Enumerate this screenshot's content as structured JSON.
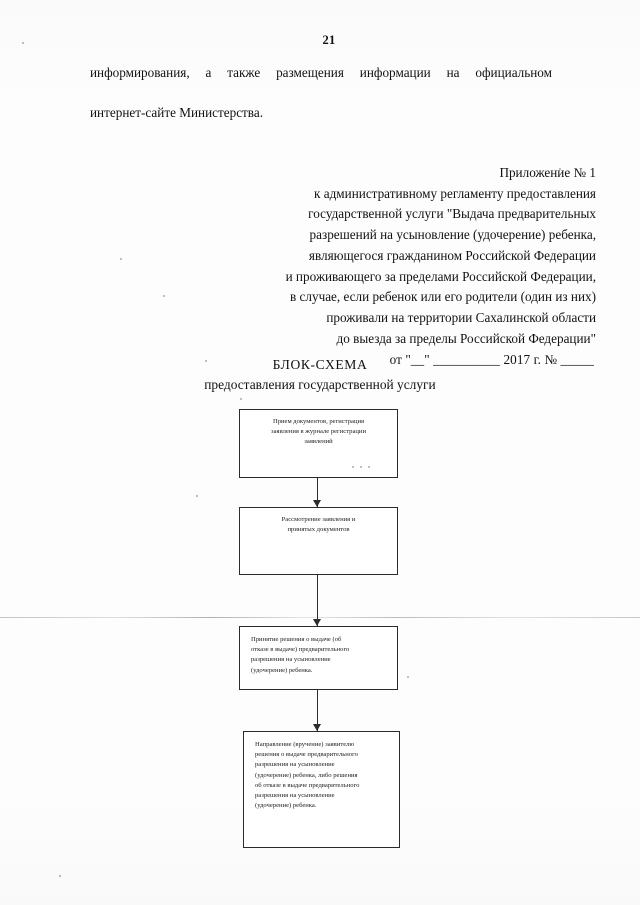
{
  "document": {
    "page_number": "21",
    "intro_paragraph": {
      "line1": "информирования, а также размещения информации на официальном",
      "line2": "интернет-сайте Министерства."
    },
    "appendix": {
      "lines": [
        "Приложение № 1",
        "к административному регламенту предоставления",
        "государственной услуги \"Выдача предварительных",
        "разрешений на усыновление (удочерение) ребенка,",
        "являющегося гражданином Российской Федерации",
        "и проживающего за пределами Российской Федерации,",
        "в случае, если ребенок или его родители (один из них)",
        "проживали на территории Сахалинской области",
        "до выезда за пределы Российской Федерации\""
      ],
      "date_line": "от \"__\" __________ 2017 г. № _____"
    },
    "scheme_title": {
      "heading": "БЛОК-СХЕМА",
      "subheading": "предоставления государственной услуги"
    },
    "flowchart": {
      "type": "flowchart",
      "orientation": "vertical",
      "connector_style": "arrow-down",
      "boxes": [
        {
          "id": "box-1",
          "align": "center",
          "lines": [
            "Прием документов, регистрация",
            "заявления в журнале  регистрации",
            "заявлений"
          ]
        },
        {
          "id": "box-2",
          "align": "center",
          "lines": [
            "Рассмотрение заявления и",
            "принятых документов"
          ]
        },
        {
          "id": "box-3",
          "align": "left",
          "lines": [
            "Принятие решения о выдаче (об",
            "отказе в выдаче) предварительного",
            "разрешения на усыновление",
            "(удочерение) ребенка."
          ]
        },
        {
          "id": "box-4",
          "align": "left",
          "lines": [
            "Направление (вручение)  заявителю",
            "решения о выдаче предварительного",
            "разрешения на  усыновление",
            "(удочерение) ребенка, либо решения",
            "об отказе в выдаче предварительного",
            "разрешения на  усыновление",
            "(удочерение) ребенка."
          ]
        }
      ]
    },
    "colors": {
      "ink": "#1a1a1a",
      "border": "#2b2b2b",
      "paper": "#fdfdfd"
    }
  }
}
